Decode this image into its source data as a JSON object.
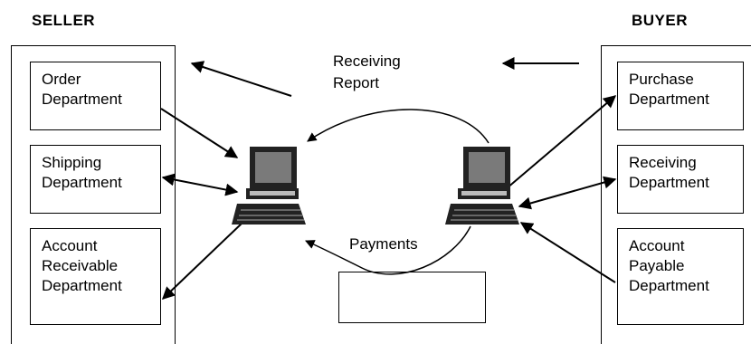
{
  "seller": {
    "heading": "SELLER",
    "departments": [
      {
        "lines": [
          "Order",
          "Department"
        ]
      },
      {
        "lines": [
          "Shipping",
          "Department"
        ]
      },
      {
        "lines": [
          "Account",
          "Receivable",
          "Department"
        ]
      }
    ]
  },
  "buyer": {
    "heading": "BUYER",
    "departments": [
      {
        "lines": [
          "Purchase",
          "Department"
        ]
      },
      {
        "lines": [
          "Receiving",
          "Department"
        ]
      },
      {
        "lines": [
          "Account",
          "Payable",
          "Department"
        ]
      }
    ]
  },
  "flow_labels": {
    "receiving_report": [
      "Receiving",
      "Report"
    ],
    "payments": "Payments"
  },
  "icons": {
    "seller_computer": "desktop-computer-icon",
    "buyer_computer": "desktop-computer-icon"
  }
}
